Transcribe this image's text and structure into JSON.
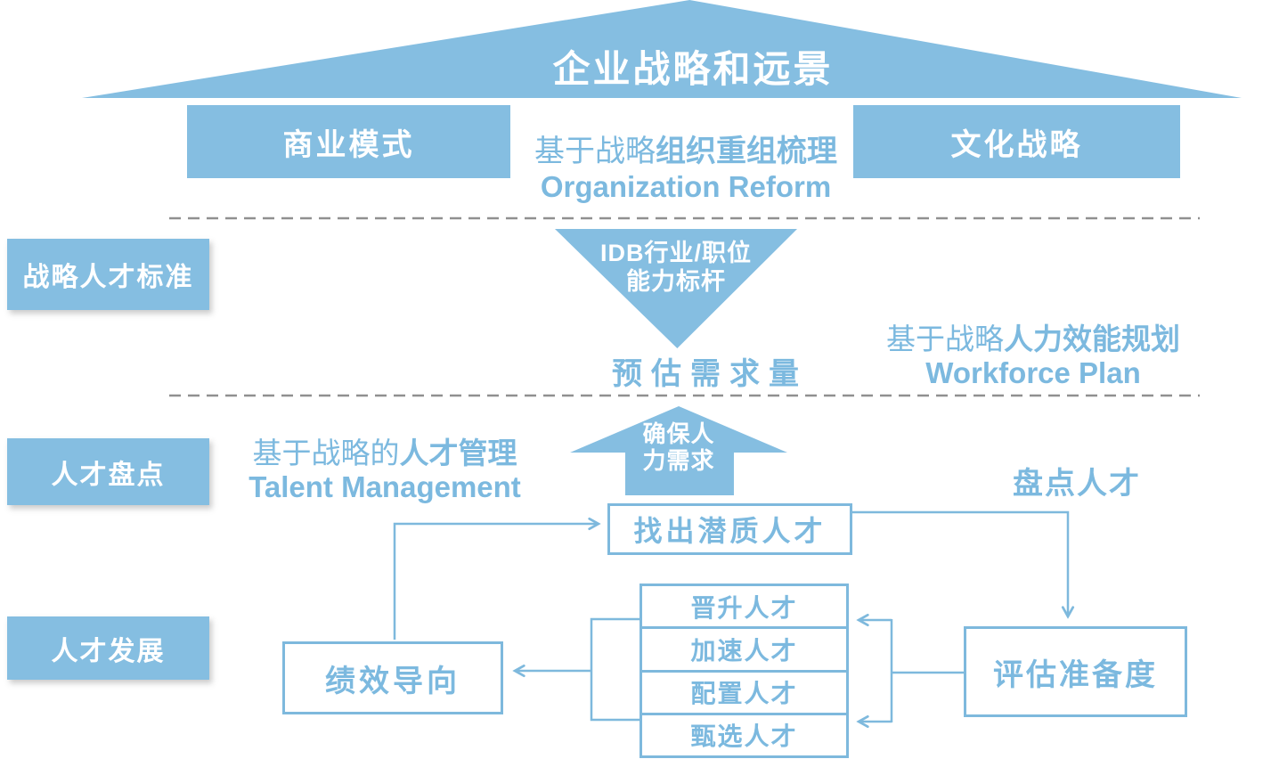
{
  "colors": {
    "shape_blue": "#85BEE1",
    "accent_text_blue": "#7CB9DF",
    "line_blue": "#7EB9DD",
    "dashed_gray": "#909090",
    "white": "#FFFFFF"
  },
  "roof": {
    "title": "企业战略和远景"
  },
  "header": {
    "business_model": "商业模式",
    "culture_strategy": "文化战略",
    "org_reform_cn_regular": "基于战略",
    "org_reform_cn_bold": "组织重组梳理",
    "org_reform_en": "Organization Reform"
  },
  "standard_row": {
    "label": "战略人才标准",
    "funnel_line1": "IDB行业/职位",
    "funnel_line2": "能力标杆",
    "estimate": "预估需求量",
    "workforce_cn_regular": "基于战略",
    "workforce_cn_bold": "人力效能规划",
    "workforce_en": "Workforce Plan"
  },
  "inventory_row": {
    "label": "人才盘点",
    "talent_mgmt_cn_regular": "基于战略的",
    "talent_mgmt_cn_bold": "人才管理",
    "talent_mgmt_en": "Talent Management",
    "ensure_arrow_line1": "确保人",
    "ensure_arrow_line2": "力需求",
    "potential_box": "找出潜质人才",
    "inventory_note": "盘点人才"
  },
  "development_row": {
    "label": "人才发展",
    "performance_box": "绩效导向",
    "stack": [
      "晋升人才",
      "加速人才",
      "配置人才",
      "甄选人才"
    ],
    "readiness_box": "评估准备度"
  }
}
